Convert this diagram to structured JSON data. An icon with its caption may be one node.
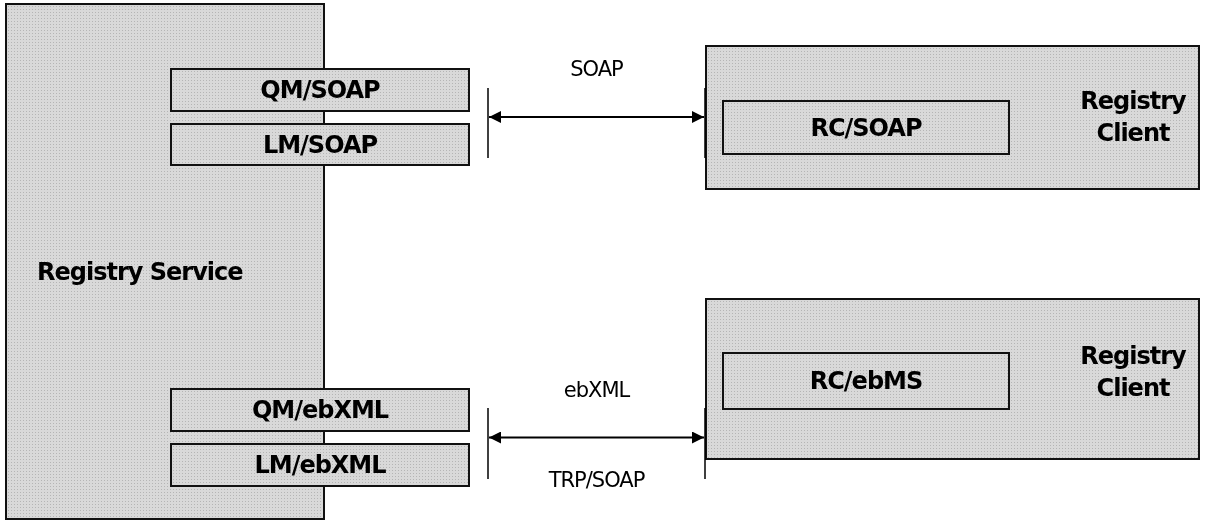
{
  "diagram": {
    "nodes": [
      {
        "text": [
          "Registry Service"
        ]
      },
      {
        "text": [
          "QM/SOAP"
        ]
      },
      {
        "text": [
          "LM/SOAP"
        ]
      },
      {
        "text": [
          "QM/ebXML"
        ]
      },
      {
        "text": [
          "LM/ebXML"
        ]
      },
      {
        "text": [
          "Registry Client"
        ]
      },
      {
        "text": [
          "RC/SOAP"
        ],
        "in": 5
      },
      {
        "text": [
          "Registry Client"
        ]
      },
      {
        "text": [
          "RC/ebMS"
        ],
        "in": 7
      }
    ],
    "edges": [
      {
        "from": 1,
        "to": 6,
        "arrow": "both",
        "label": "SOAP"
      },
      {
        "from": 2,
        "to": 6,
        "arrow": "both"
      },
      {
        "from": 3,
        "to": 8,
        "arrow": "both",
        "label": "ebXML"
      },
      {
        "from": 4,
        "to": 8,
        "arrow": "both",
        "label": "TRP/SOAP"
      }
    ]
  }
}
